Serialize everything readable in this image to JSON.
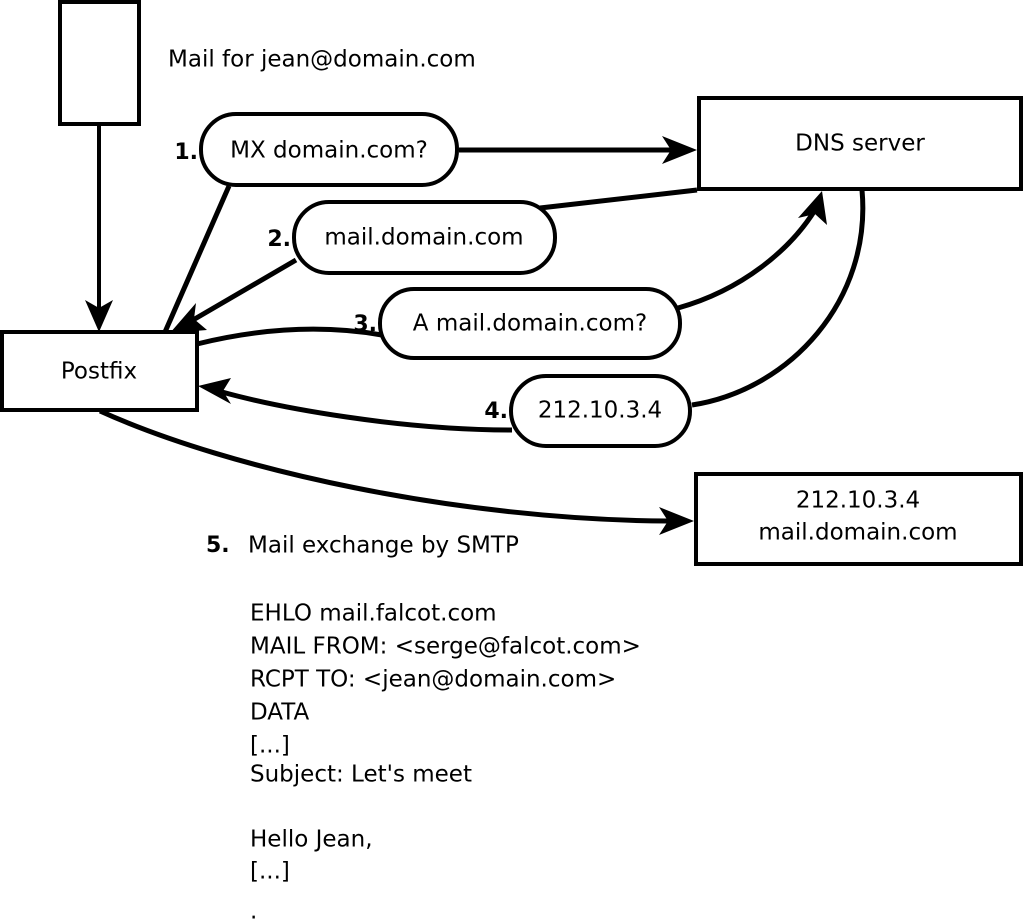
{
  "diagram": {
    "title_label": "Mail for jean@domain.com",
    "nodes": {
      "sender_box": {
        "label": ""
      },
      "postfix": {
        "label": "Postfix"
      },
      "dns_server": {
        "label": "DNS server"
      },
      "target_server": {
        "line1": "212.10.3.4",
        "line2": "mail.domain.com"
      }
    },
    "steps": [
      {
        "num": "1.",
        "label": "MX domain.com?"
      },
      {
        "num": "2.",
        "label": "mail.domain.com"
      },
      {
        "num": "3.",
        "label": "A mail.domain.com?"
      },
      {
        "num": "4.",
        "label": "212.10.3.4"
      }
    ],
    "caption": {
      "num": "5.",
      "text": "Mail exchange by SMTP"
    },
    "transcript": [
      "EHLO mail.falcot.com",
      "MAIL FROM: <serge@falcot.com>",
      "RCPT TO: <jean@domain.com>",
      "DATA",
      "[...]",
      "Subject: Let's meet",
      "",
      "Hello Jean,",
      "[...]",
      "",
      "."
    ],
    "colors": {
      "stroke": "#000000",
      "fill": "#ffffff",
      "text": "#000000"
    }
  }
}
